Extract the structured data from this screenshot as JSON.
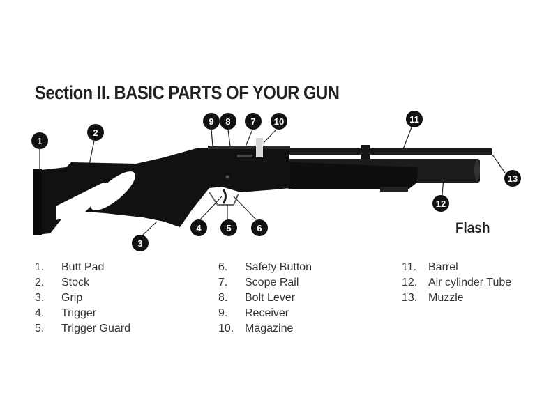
{
  "title": "Section II. BASIC PARTS OF YOUR GUN",
  "model_name": "Flash",
  "callouts": [
    "1",
    "2",
    "3",
    "4",
    "5",
    "6",
    "7",
    "8",
    "9",
    "10",
    "11",
    "12",
    "13"
  ],
  "parts": [
    {
      "num": "1.",
      "name": "Butt Pad"
    },
    {
      "num": "2.",
      "name": "Stock"
    },
    {
      "num": "3.",
      "name": "Grip"
    },
    {
      "num": "4.",
      "name": "Trigger"
    },
    {
      "num": "5.",
      "name": "Trigger Guard"
    },
    {
      "num": "6.",
      "name": "Safety Button"
    },
    {
      "num": "7.",
      "name": "Scope Rail"
    },
    {
      "num": "8.",
      "name": "Bolt Lever"
    },
    {
      "num": "9.",
      "name": "Receiver"
    },
    {
      "num": "10.",
      "name": "Magazine"
    },
    {
      "num": "11.",
      "name": "Barrel"
    },
    {
      "num": "12.",
      "name": "Air cylinder Tube"
    },
    {
      "num": "13.",
      "name": "Muzzle"
    }
  ]
}
